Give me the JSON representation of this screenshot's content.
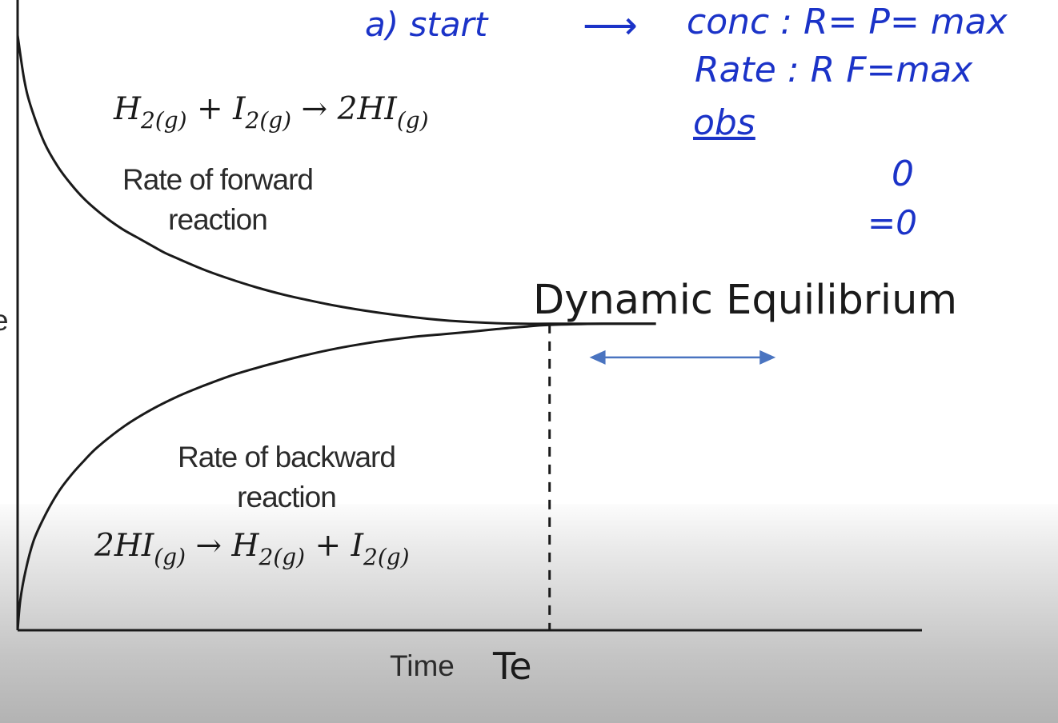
{
  "chart_data": {
    "type": "line",
    "xlabel": "Time",
    "ylabel": "",
    "marker_label": "Te",
    "equilibrium_label": "Dynamic Equilibrium",
    "grid": false,
    "series": [
      {
        "name": "Rate of forward reaction",
        "x": [
          0,
          0.25,
          0.5,
          1,
          1.5,
          2,
          2.5,
          3,
          3.5,
          4,
          4.5,
          5,
          5.5,
          6,
          7,
          8,
          9,
          10,
          11,
          12,
          13,
          14,
          15,
          16,
          17,
          18,
          19,
          20,
          22,
          24
        ],
        "y": [
          10,
          8.5,
          7.6,
          6.4,
          5.6,
          5.0,
          4.5,
          4.1,
          3.75,
          3.45,
          3.2,
          2.95,
          2.7,
          2.5,
          2.12,
          1.8,
          1.52,
          1.28,
          1.08,
          0.9,
          0.75,
          0.62,
          0.51,
          0.42,
          0.36,
          0.32,
          0.3,
          0.3,
          0.3,
          0.3
        ]
      },
      {
        "name": "Rate of backward reaction",
        "x": [
          0,
          0.1,
          0.3,
          0.6,
          1,
          1.5,
          2,
          2.5,
          3,
          4,
          5,
          6,
          7,
          8,
          9,
          10,
          11,
          12,
          13,
          14,
          15,
          16,
          17,
          18,
          19,
          20,
          22,
          24
        ],
        "y": [
          -10,
          -9.0,
          -8.0,
          -7.0,
          -6.2,
          -5.4,
          -4.8,
          -4.3,
          -3.85,
          -3.15,
          -2.6,
          -2.15,
          -1.78,
          -1.45,
          -1.18,
          -0.94,
          -0.72,
          -0.53,
          -0.37,
          -0.24,
          -0.13,
          -0.05,
          0.03,
          0.12,
          0.2,
          0.26,
          0.3,
          0.3
        ]
      }
    ],
    "xlim": [
      0,
      34
    ],
    "ylim": [
      -10,
      10
    ],
    "te": 20,
    "arrow_range": [
      21.5,
      28.5
    ],
    "labels": {
      "forward_line1": "Rate of forward",
      "forward_line2": "reaction",
      "backward_line1": "Rate of backward",
      "backward_line2": "reaction",
      "y_clip": "e"
    },
    "equations": {
      "forward": {
        "lhs1": "H",
        "sub1": "2(g)",
        "plus": " + ",
        "lhs2": "I",
        "sub2": "2(g)",
        "arrow": " → ",
        "rhs": "2HI",
        "sub3": "(g)"
      },
      "backward": {
        "lhs": "2HI",
        "sub1": "(g)",
        "arrow": " → ",
        "rhs1": "H",
        "sub2": "2(g)",
        "plus": " + ",
        "rhs2": "I",
        "sub3": "2(g)"
      }
    }
  },
  "annotations": {
    "start": "a) start",
    "arrow": "⟶",
    "line1": "conc : R=     P= max",
    "line2": "Rate : R     F=max",
    "line3": "obs",
    "zero1": "0",
    "zero2": "=0"
  },
  "colors": {
    "curve": "#1a1a1a",
    "arrow": "#4a74c0",
    "ink": "#1b33c8"
  }
}
